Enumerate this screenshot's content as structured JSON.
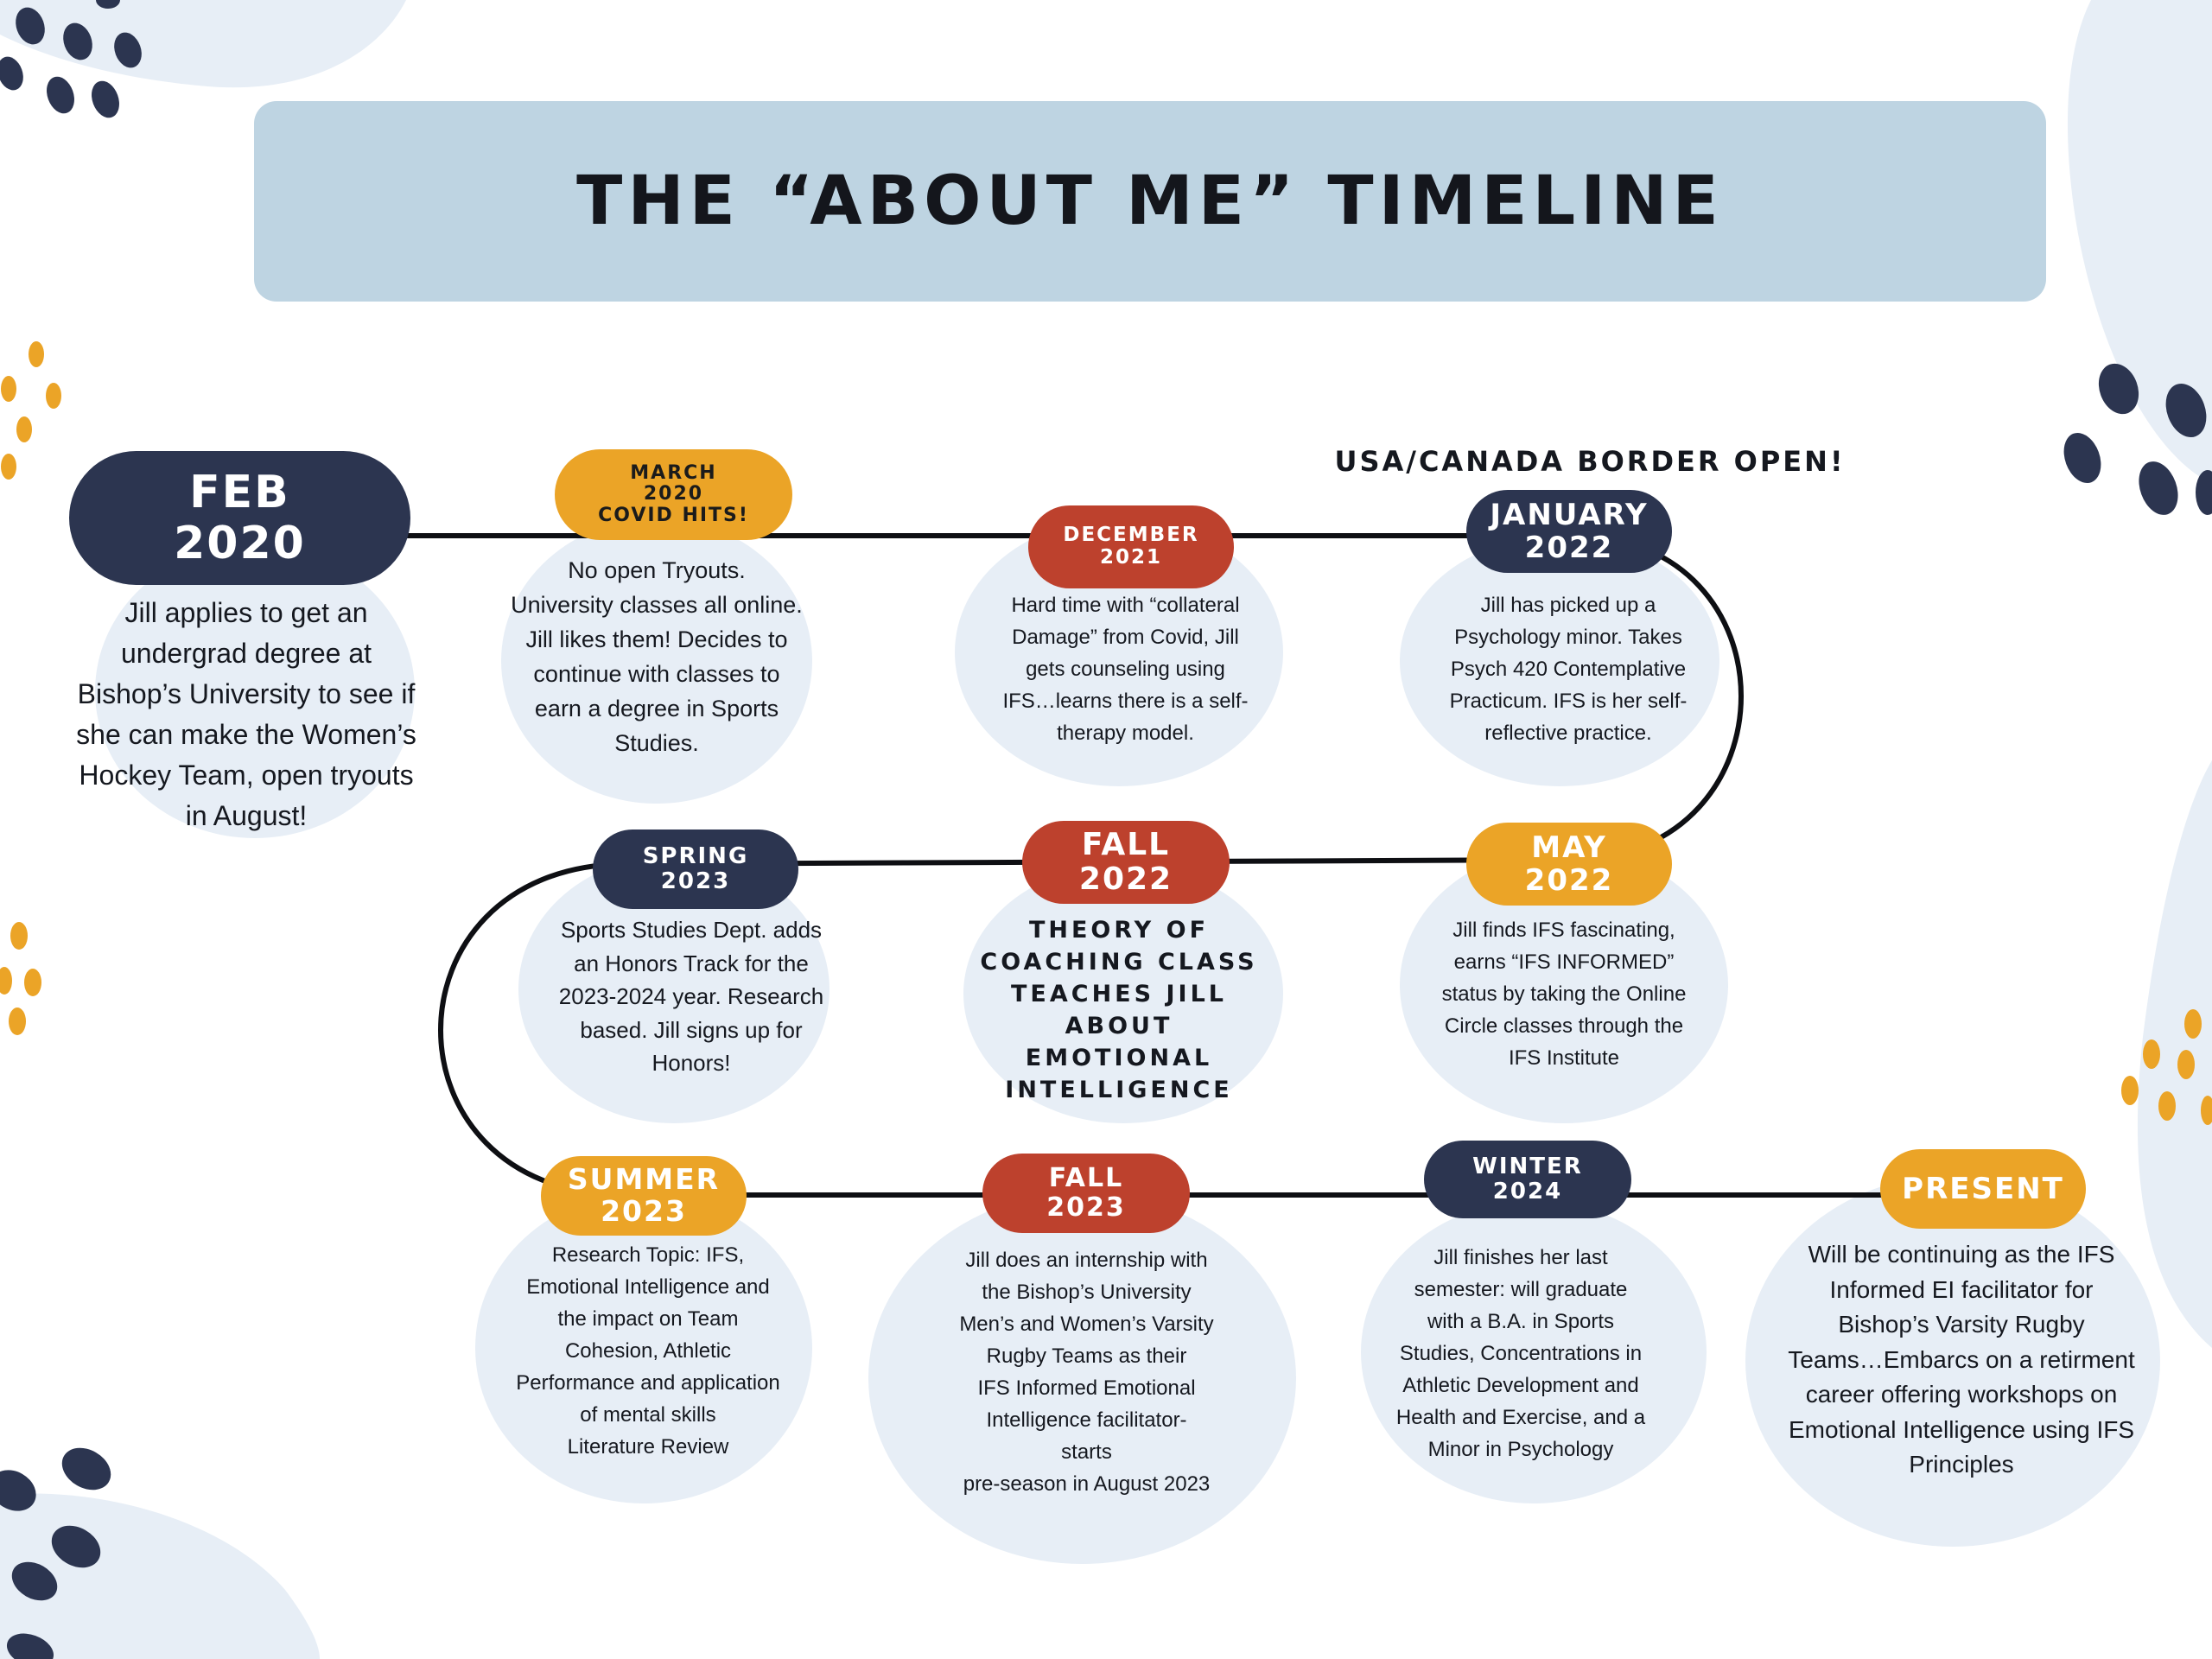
{
  "title": "THE “ABOUT ME” TIMELINE",
  "border_note": "USA/CANADA BORDER OPEN!",
  "colors": {
    "navy": "#2c3550",
    "orange": "#eba427",
    "red": "#bd412d",
    "banner": "#bed4e2",
    "blob": "#e7eef6"
  },
  "events": [
    {
      "label": "FEB\n2020",
      "color": "navy",
      "text": "Jill applies to get an\nundergrad degree at\nBishop’s University to see if\nshe can make the Women’s\nHockey Team, open tryouts\nin August!"
    },
    {
      "label": "MARCH\n2020\nCOVID HITS!",
      "color": "orange",
      "text": "No open Tryouts.\nUniversity classes all online.\nJill likes them!  Decides to\ncontinue with classes to\nearn a degree in Sports\nStudies."
    },
    {
      "label": "DECEMBER\n2021",
      "color": "red",
      "text": "Hard time with “collateral\nDamage” from Covid, Jill\ngets counseling using\nIFS…learns there is a self-\ntherapy model."
    },
    {
      "label": "JANUARY\n2022",
      "color": "navy",
      "text": "Jill has picked up a\nPsychology minor.  Takes\nPsych 420 Contemplative\nPracticum.  IFS is her self-\nreflective practice."
    },
    {
      "label": "MAY\n2022",
      "color": "orange",
      "text": "Jill finds IFS fascinating,\nearns “IFS INFORMED”\nstatus by taking the Online\nCircle classes through the\nIFS Institute"
    },
    {
      "label": "FALL\n2022",
      "color": "red",
      "text": "THEORY OF\nCOACHING CLASS\nTEACHES JILL\nABOUT\nEMOTIONAL\nINTELLIGENCE"
    },
    {
      "label": "SPRING\n2023",
      "color": "navy",
      "text": "Sports Studies Dept. adds\nan Honors Track for the\n2023-2024 year.  Research\nbased.  Jill signs up for\nHonors!"
    },
    {
      "label": "SUMMER\n2023",
      "color": "orange",
      "text": "Research Topic: IFS,\nEmotional Intelligence and\nthe impact on Team\nCohesion, Athletic\nPerformance and application\nof mental skills\nLiterature Review"
    },
    {
      "label": "FALL\n2023",
      "color": "red",
      "text": "Jill does an internship with\nthe Bishop’s University\nMen’s and Women’s Varsity\nRugby Teams as their\nIFS Informed Emotional\nIntelligence facilitator-\nstarts\npre-season in August 2023"
    },
    {
      "label": "WINTER\n2024",
      "color": "navy",
      "text": "Jill finishes her last\nsemester:  will graduate\nwith a B.A. in Sports\nStudies, Concentrations in\nAthletic Development and\nHealth and Exercise, and a\nMinor in Psychology"
    },
    {
      "label": "PRESENT",
      "color": "orange",
      "text": "Will be continuing as the IFS\nInformed EI facilitator for\nBishop’s Varsity Rugby\nTeams…Embarcs on a retirment\ncareer offering workshops on\nEmotional Intelligence using IFS\nPrinciples"
    }
  ]
}
